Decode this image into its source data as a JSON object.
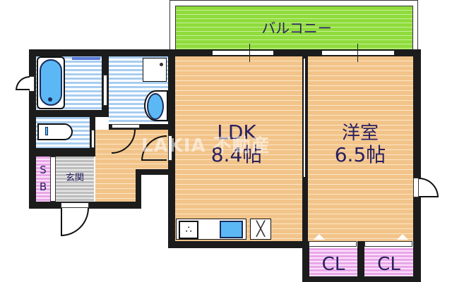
{
  "floorplan": {
    "balcony": {
      "label": "バルコニー",
      "color": "#8fdc3c"
    },
    "rooms": [
      {
        "id": "ldk",
        "name": "LDK",
        "size": "8.4帖",
        "floor": "wood"
      },
      {
        "id": "western",
        "name": "洋室",
        "size": "6.5帖",
        "floor": "wood"
      },
      {
        "id": "entrance",
        "name": "玄関",
        "floor": "tile"
      },
      {
        "id": "shoebox",
        "name_s": "S",
        "name_b": "B"
      },
      {
        "id": "closet1",
        "name": "CL"
      },
      {
        "id": "closet2",
        "name": "CL"
      }
    ],
    "fixtures": [
      "bathtub",
      "washbasin",
      "washing-machine-pan",
      "toilet",
      "stove",
      "sink",
      "fridge-space"
    ],
    "watermark": "LAKIA 不動産",
    "colors": {
      "wall": "#1c1c1c",
      "wood": "#f2c48a",
      "wet_area": "#a9cdf0",
      "balcony": "#8fdc3c",
      "closet": "#e9a6e8",
      "entrance": "#bdbdbd",
      "fixture_blue": "#5bb8f5",
      "text": "#2a2060"
    }
  }
}
